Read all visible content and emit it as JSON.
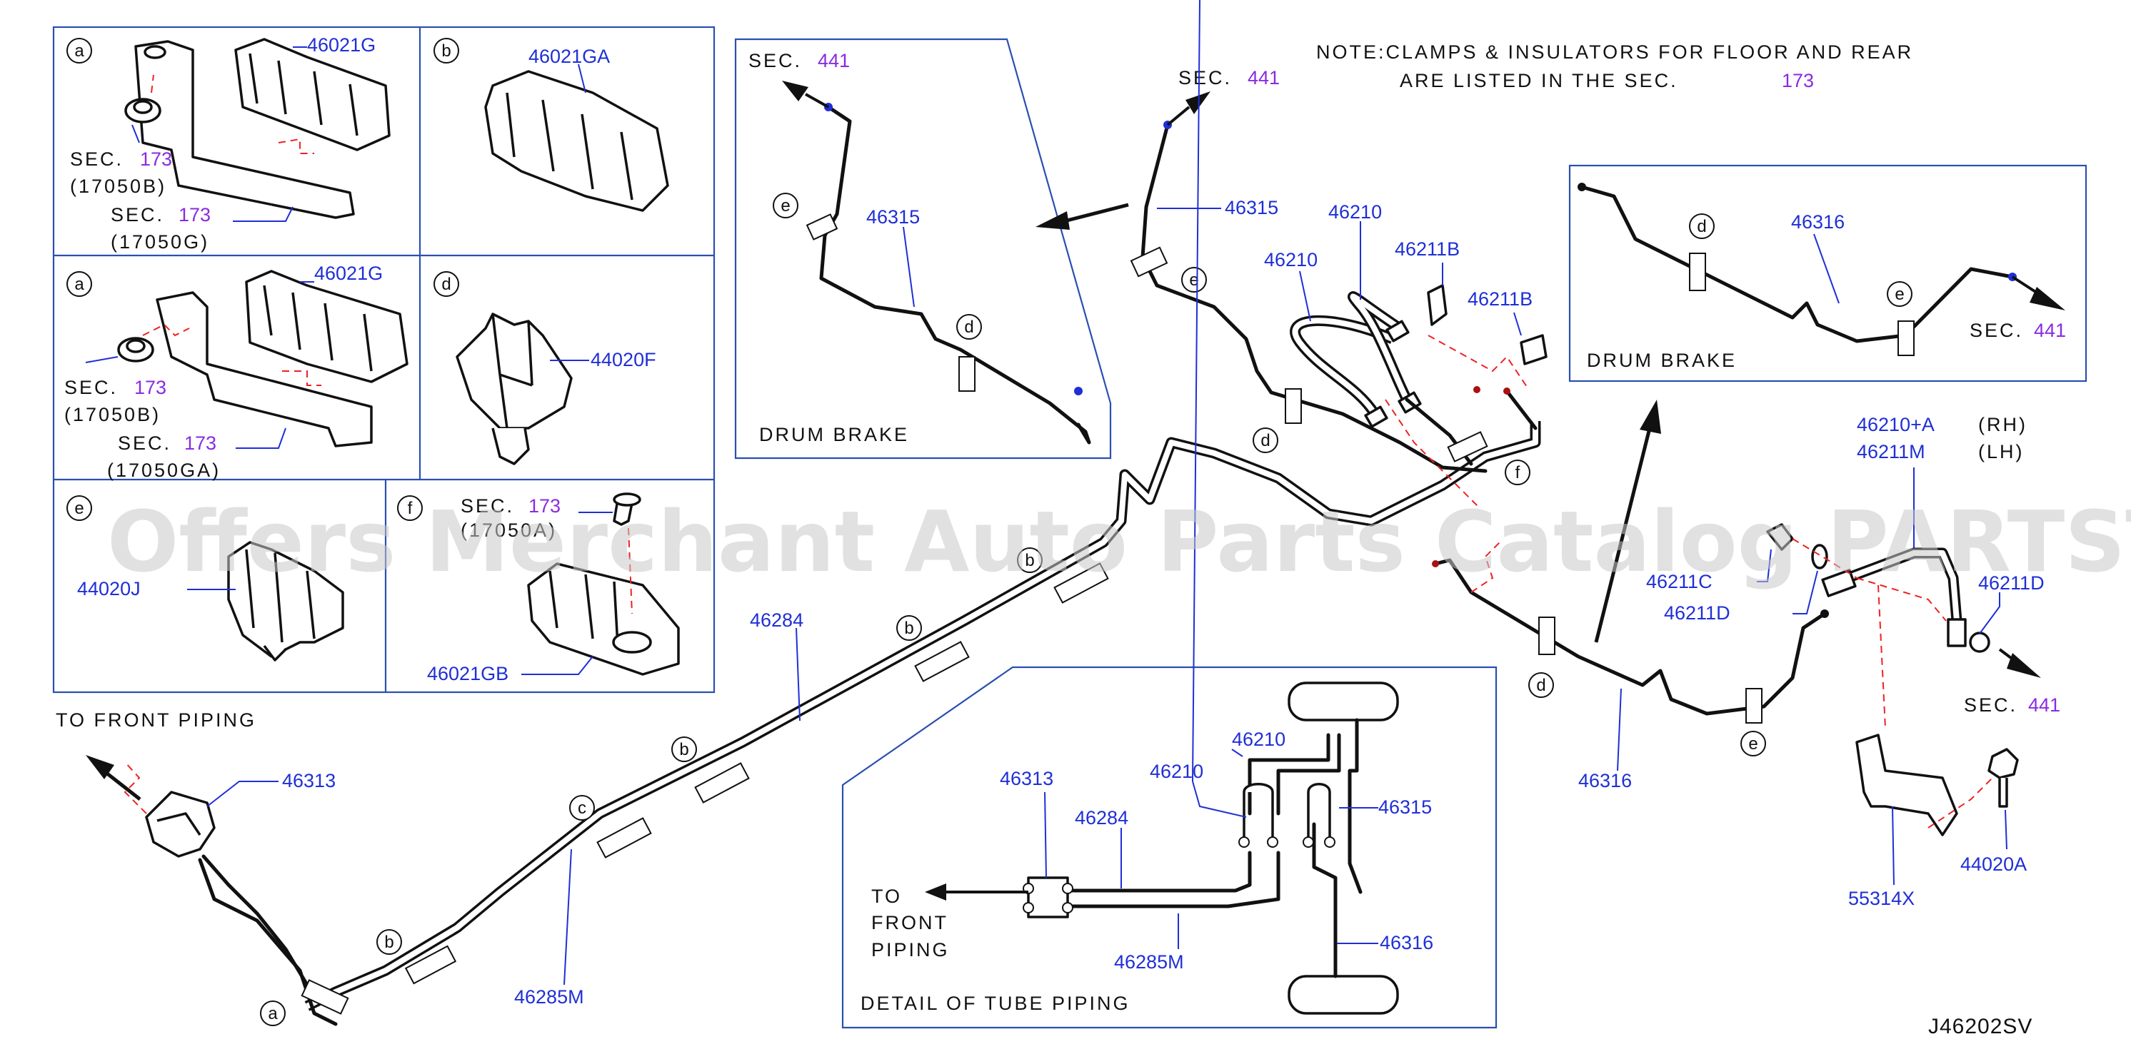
{
  "note": {
    "line1": "NOTE:CLAMPS & INSULATORS FOR FLOOR AND REAR",
    "line2": "ARE LISTED IN THE SEC.",
    "sec": "173"
  },
  "watermark": "Offers Merchant Auto Parts Catalog PARTSTORE SA",
  "diagram_code": "J46202SV",
  "letters": [
    "a",
    "b",
    "c",
    "d",
    "e",
    "f"
  ],
  "sec_word": "SEC.",
  "sec_173": "173",
  "sec_441": "441",
  "inset": {
    "a": {
      "part": "46021G",
      "sub1": "(17050B)",
      "sub2": "(17050G)"
    },
    "b": {
      "part": "46021GA"
    },
    "c": {
      "part": "46021G",
      "sub1": "(17050B)",
      "sub2": "(17050GA)"
    },
    "d": {
      "part": "44020F"
    },
    "e": {
      "part": "44020J"
    },
    "f": {
      "part": "46021GB",
      "sub": "(17050A)"
    }
  },
  "drum_brake": "DRUM BRAKE",
  "to_front_piping": "TO FRONT PIPING",
  "to_front_piping_lines": [
    "TO",
    "FRONT",
    "PIPING"
  ],
  "detail_label": "DETAIL OF TUBE PIPING",
  "parts": {
    "p46313": "46313",
    "p46284": "46284",
    "p46285M": "46285M",
    "p46315": "46315",
    "p46316": "46316",
    "p46210": "46210",
    "p46211B": "46211B",
    "p46210A": "46210+A",
    "p46211M": "46211M",
    "rh": "(RH)",
    "lh": "(LH)",
    "p46211C": "46211C",
    "p46211D": "46211D",
    "p55314X": "55314X",
    "p44020A": "44020A"
  },
  "colors": {
    "part_number": "#1f2fd6",
    "section_ref": "#8a2be2",
    "frame": "#2a4fb0",
    "exploded_line": "#ee2222"
  }
}
